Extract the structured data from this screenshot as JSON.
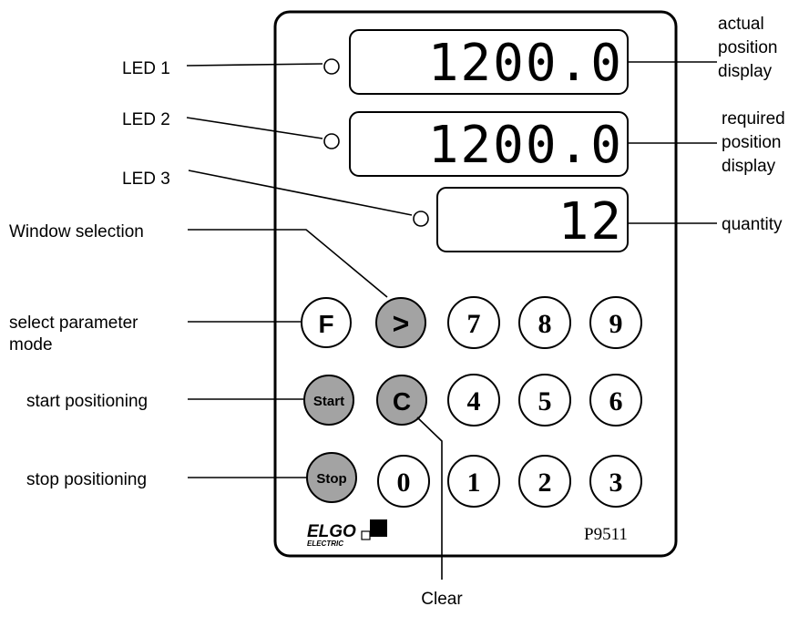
{
  "colors": {
    "key_gray": "#a3a3a3",
    "key_white": "#ffffff",
    "ink": "#000000"
  },
  "displays": {
    "actual": "1200.0",
    "required": "1200.0",
    "quantity": "12"
  },
  "labels": {
    "led1": "LED 1",
    "led2": "LED 2",
    "led3": "LED 3",
    "window_selection": "Window selection",
    "select_param_line1": "select parameter",
    "select_param_line2": "mode",
    "start_positioning": "start positioning",
    "stop_positioning": "stop positioning",
    "clear": "Clear",
    "actual_line1": "actual",
    "actual_line2": "position",
    "actual_line3": "display",
    "required_line1": "required",
    "required_line2": "position",
    "required_line3": "display",
    "quantity": "quantity"
  },
  "keys": {
    "f": "F",
    "next": ">",
    "start": "Start",
    "clear": "C",
    "stop": "Stop",
    "d0": "0",
    "d1": "1",
    "d2": "2",
    "d3": "3",
    "d4": "4",
    "d5": "5",
    "d6": "6",
    "d7": "7",
    "d8": "8",
    "d9": "9"
  },
  "brand": {
    "name": "ELGO",
    "sub": "ELECTRIC",
    "model": "P9511"
  }
}
